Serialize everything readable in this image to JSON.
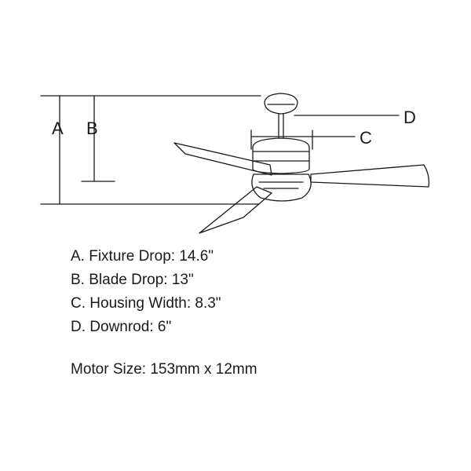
{
  "diagram": {
    "labels": {
      "a": "A",
      "b": "B",
      "c": "C",
      "d": "D"
    }
  },
  "specs": [
    {
      "text": "A. Fixture Drop: 14.6\""
    },
    {
      "text": "B. Blade Drop: 13\""
    },
    {
      "text": "C. Housing Width: 8.3\""
    },
    {
      "text": "D. Downrod: 6\""
    }
  ],
  "motor": "Motor Size: 153mm x 12mm",
  "colors": {
    "line": "#1a1a1a",
    "text": "#1a1a1a",
    "background": "#ffffff"
  }
}
